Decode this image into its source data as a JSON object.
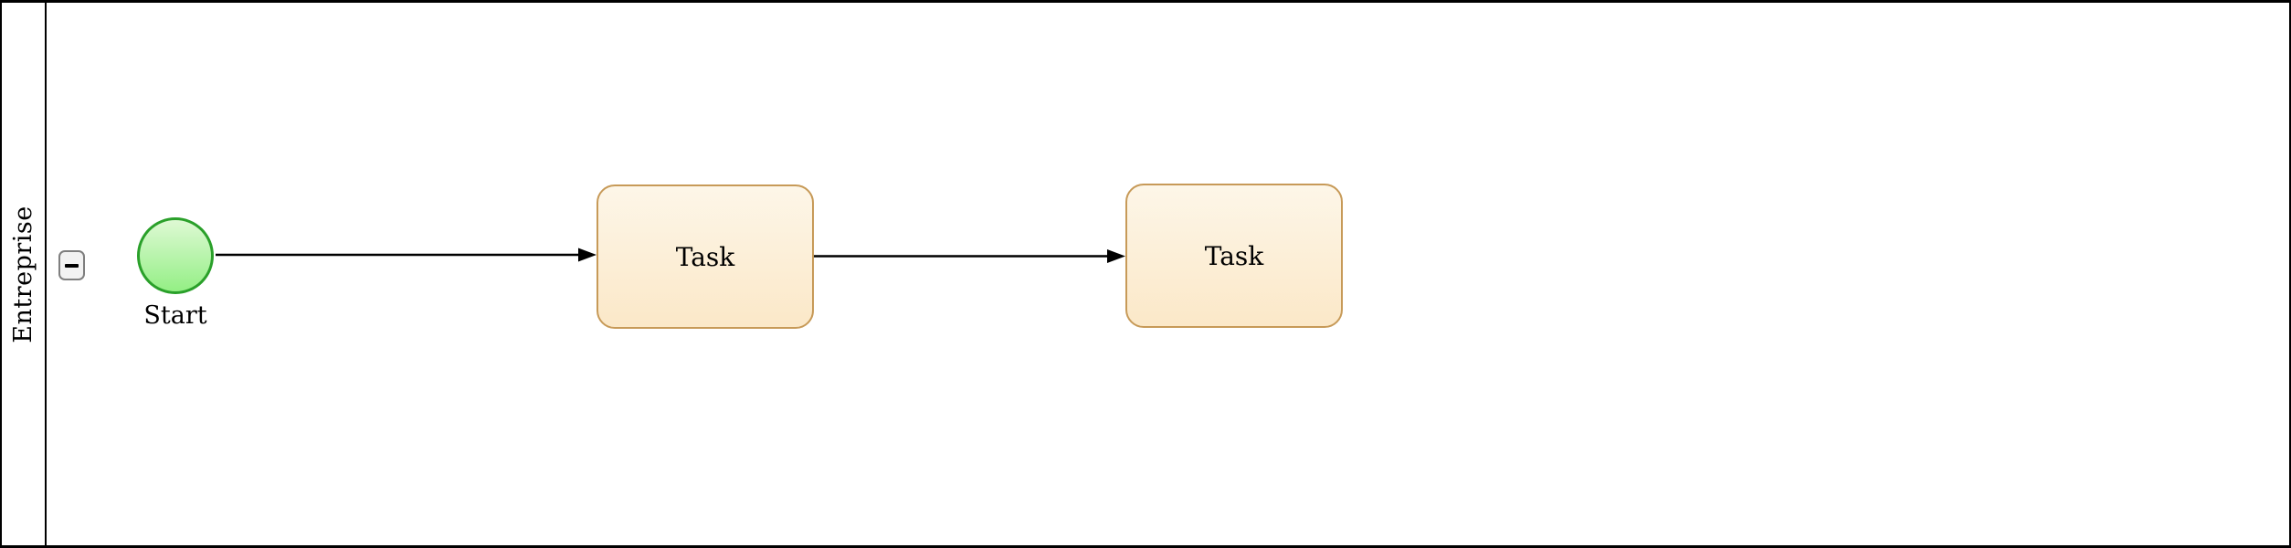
{
  "pool": {
    "label": "Entreprise",
    "collapse_icon": "minus"
  },
  "nodes": {
    "start_event": {
      "type": "start-event",
      "label": "Start"
    },
    "tasks": [
      {
        "id": "task-1",
        "label": "Task"
      },
      {
        "id": "task-2",
        "label": "Task"
      }
    ]
  },
  "flows": [
    {
      "from": "start-event",
      "to": "task-1"
    },
    {
      "from": "task-1",
      "to": "task-2"
    }
  ],
  "colors": {
    "event_border": "#2aa02a",
    "event_fill_top": "#def9d4",
    "event_fill_bottom": "#94ef85",
    "task_border": "#c79a58",
    "task_fill_top": "#fdf6e8",
    "task_fill_bottom": "#fbe8c8",
    "flow_color": "#000000",
    "pool_border": "#000000",
    "button_border": "#7f7f7f",
    "button_fill": "#f2f2f2"
  }
}
